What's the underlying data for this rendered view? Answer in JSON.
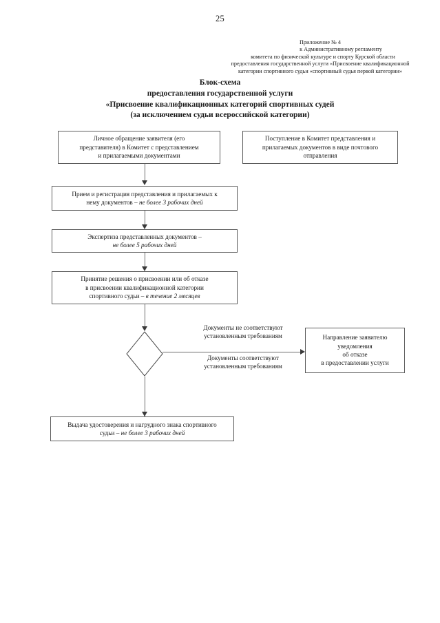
{
  "page": {
    "number": "25"
  },
  "appendix_header": {
    "lines": [
      "Приложение № 4",
      "к Административному регламенту",
      "комитета по физической культуре и спорту Курской области",
      "предоставления государственной услуги «Присвоение квалификационной",
      "категории спортивного судьи «спортивный судья первой категории»"
    ]
  },
  "doc_title": {
    "lines": [
      "Блок-схема",
      "предоставления государственной услуги",
      "«Присвоение квалификационных категорий спортивных судей",
      "(за исключением судьи всероссийской категории)"
    ]
  },
  "flowchart": {
    "nodes": {
      "personal_application": {
        "lines": [
          "Личное обращение заявителя (его",
          "представителя) в Комитет с представлением",
          "и прилагаемыми документами"
        ]
      },
      "postal_application": {
        "lines": [
          "Поступление в Комитет представления и",
          "прилагаемых документов в виде почтового",
          "отправления"
        ]
      },
      "registration": {
        "line1": "Прием и регистрация представления и прилагаемых к",
        "line2_normal": "нему документов – ",
        "line2_italic": "не более 3 рабочих дней"
      },
      "expertise": {
        "line1": "Экспертиза представленных документов –",
        "line2_italic": "не более 5 рабочих дней"
      },
      "decision": {
        "line1": "Принятие решения о присвоении или об отказе",
        "line2": "в присвоении квалификационной категории",
        "line3_normal": "спортивного судьи – ",
        "line3_italic": "в течение 2 месяцев"
      },
      "decision_diamond": {
        "label": ""
      },
      "refusal_notice": {
        "lines": [
          "Направление заявителю",
          "уведомления",
          "об отказе",
          "в предоставлении услуги"
        ]
      },
      "issue_certificate": {
        "line1": "Выдача удостоверения и нагрудного знака спортивного",
        "line2_normal": "судьи – ",
        "line2_italic": "не более 3 рабочих дней"
      }
    },
    "edge_labels": {
      "not_compliant": [
        "Документы не соответствуют",
        "установленным требованиям"
      ],
      "compliant": [
        "Документы соответствуют",
        "установленным требованиям"
      ]
    },
    "colors": {
      "box_border": "#5b5b5b",
      "connector": "#6a6a6a",
      "arrow_head": "#3a3a3a",
      "page_background": "#ffffff",
      "text": "#1a1a1a"
    }
  }
}
